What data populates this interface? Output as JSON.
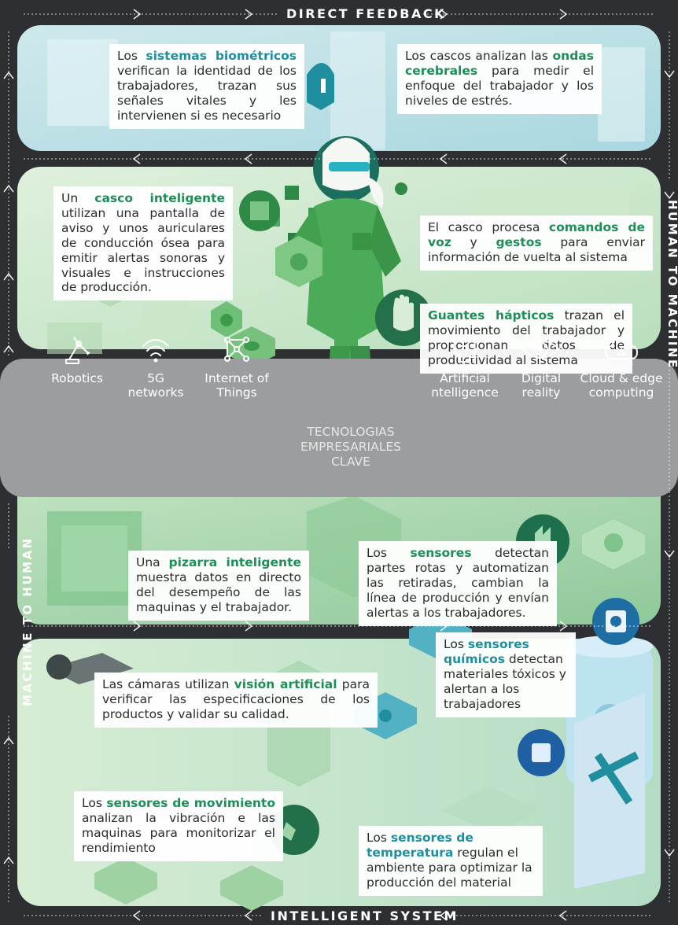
{
  "colors": {
    "frame": "#2d2f32",
    "band_gray": "#9b9d9f",
    "accent_green": "#1d8f57",
    "accent_teal": "#1f8fa0"
  },
  "frame": {
    "top_title": "DIRECT FEEDBACK",
    "bottom_title": "INTELLIGENT SYSTEM",
    "left_title": "MACHINE TO HUMAN",
    "right_title": "HUMAN TO MACHINE"
  },
  "callouts": {
    "biometric": {
      "pre": "Los ",
      "kw": "sistemas biométricos",
      "post": " verifican la identidad de los trabajadores, trazan sus señales vitales y les intervienen si es necesario"
    },
    "brainwaves": {
      "pre": "Los cascos analizan las ",
      "kw": "ondas cerebrales",
      "post": " para medir el enfoque del trabajador y los niveles de estrés."
    },
    "smart_helmet": {
      "pre": "Un ",
      "kw": "casco inteligente",
      "post": " utilizan una pantalla de aviso y unos auriculares de conducción ósea para emitir alertas sonoras y visuales e instrucciones de producción."
    },
    "voice_commands": {
      "pre": "El casco procesa ",
      "kw1": "comandos de voz",
      "mid": " y ",
      "kw2": "gestos",
      "post": " para enviar información de vuelta al sistema"
    },
    "haptic_gloves": {
      "kw": "Guantes hápticos",
      "post": " trazan el movimiento del trabajador y proporcionan datos de productividad al sistema"
    },
    "smart_board": {
      "pre": "Una ",
      "kw": "pizarra inteligente",
      "post": " muestra datos en directo del desempeño de las maquinas y el trabajador."
    },
    "sensors": {
      "pre": "Los ",
      "kw": "sensores",
      "post": " detectan partes rotas y automatizan las retiradas, cambian la línea de producción y envían alertas a los trabajadores."
    },
    "chemical": {
      "pre": "Los ",
      "kw": "sensores químicos",
      "post": " detectan materiales tóxicos y alertan a los trabajadores"
    },
    "vision": {
      "pre": "Las cámaras utilizan ",
      "kw": "visión artificial",
      "post": " para verificar las especificaciones de los productos y validar su calidad."
    },
    "motion": {
      "pre": "Los ",
      "kw": "sensores de movimiento",
      "post": " analizan la vibración e las maquinas para monitorizar el rendimiento"
    },
    "temperature": {
      "pre": "Los ",
      "kw": "sensores de temperatura",
      "post": " regulan el ambiente para optimizar la producción del material"
    }
  },
  "tech_band": {
    "center_label": "TECNOLOGIAS EMPRESARIALES CLAVE",
    "items": [
      {
        "icon": "robot-arm-icon",
        "label": "Robotics"
      },
      {
        "icon": "wifi-5g-icon",
        "label": "5G networks"
      },
      {
        "icon": "network-nodes-icon",
        "label": "Internet of Things"
      },
      {
        "icon": "brain-chip-icon",
        "label": "Artificial ntelligence"
      },
      {
        "icon": "eye-plus-icon",
        "label": "Digital reality"
      },
      {
        "icon": "cloud-icon",
        "label": "Cloud & edge computing"
      }
    ]
  }
}
